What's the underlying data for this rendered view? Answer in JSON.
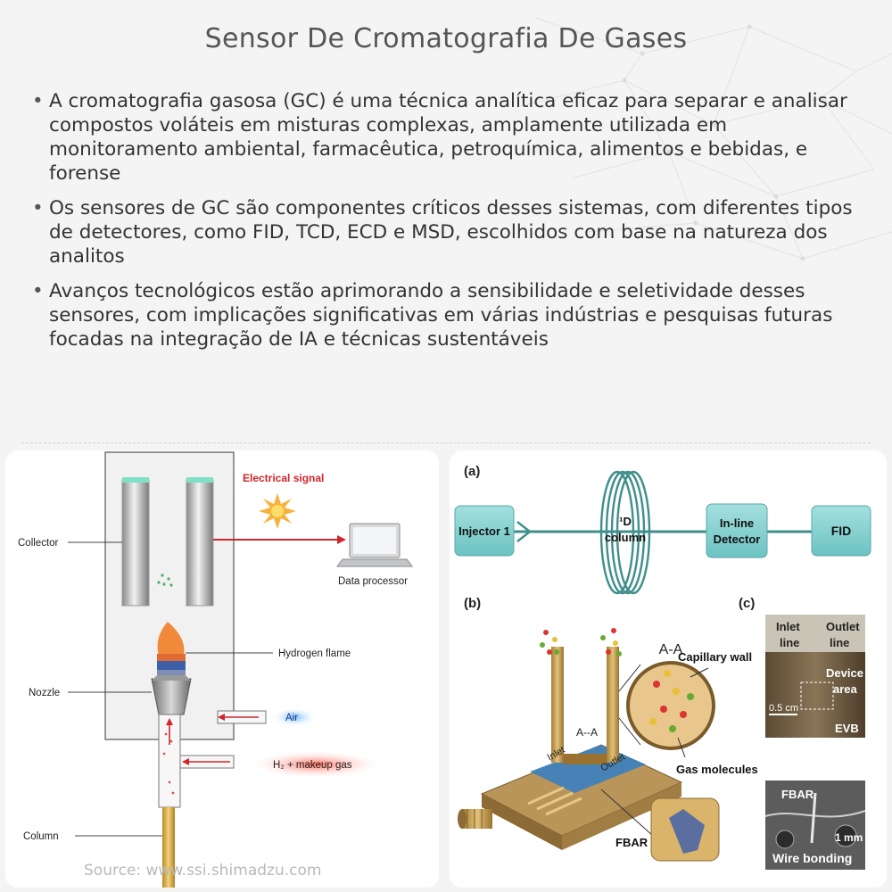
{
  "title": "Sensor De Cromatografia De Gases",
  "bullets": [
    "A cromatografia gasosa (GC) é uma técnica analítica eficaz para separar e analisar compostos voláteis em misturas complexas, amplamente utilizada em monitoramento ambiental, farmacêutica, petroquímica, alimentos e bebidas, e forense",
    "Os sensores de GC são componentes críticos desses sistemas, com diferentes tipos de detectores, como FID, TCD, ECD e MSD, escolhidos com base na natureza dos analitos",
    "Avanços tecnológicos estão aprimorando a sensibilidade e seletividade desses sensores, com implicações significativas em várias indústrias e pesquisas futuras focadas na integração de IA e técnicas sustentáveis"
  ],
  "fid_diagram": {
    "electrical_signal": "Electrical signal",
    "collector": "Collector",
    "data_processor": "Data processor",
    "hydrogen_flame": "Hydrogen flame",
    "nozzle": "Nozzle",
    "air": "Air",
    "hydrogen_gas": "H₂ + makeup gas",
    "column": "Column"
  },
  "source": "Source: www.ssi.shimadzu.com",
  "gc_diagram": {
    "label_a": "(a)",
    "label_b": "(b)",
    "label_c": "(c)",
    "injector": "Injector 1",
    "column_line1": "¹D",
    "column_line2": "column",
    "detector_line1": "In-line",
    "detector_line2": "Detector",
    "fid": "FID",
    "aa": "A-A",
    "aa_small": "A--A",
    "capillary_wall": "Capillary wall",
    "gas_molecules": "Gas molecules",
    "inlet": "Inlet",
    "outlet": "Outlet",
    "fbar": "FBAR",
    "photo1": {
      "inlet_line1": "Inlet",
      "inlet_line2": "line",
      "outlet_line1": "Outlet",
      "outlet_line2": "line",
      "device_line1": "Device",
      "device_line2": "area",
      "scale": "0.5 cm",
      "evb": "EVB"
    },
    "photo2": {
      "fbar": "FBAR",
      "scale": "1 mm",
      "wire_bonding": "Wire bonding"
    }
  },
  "colors": {
    "accent_red": "#d0262a",
    "teal_box": "#7fd0cf",
    "flame_orange": "#f08a3a"
  }
}
